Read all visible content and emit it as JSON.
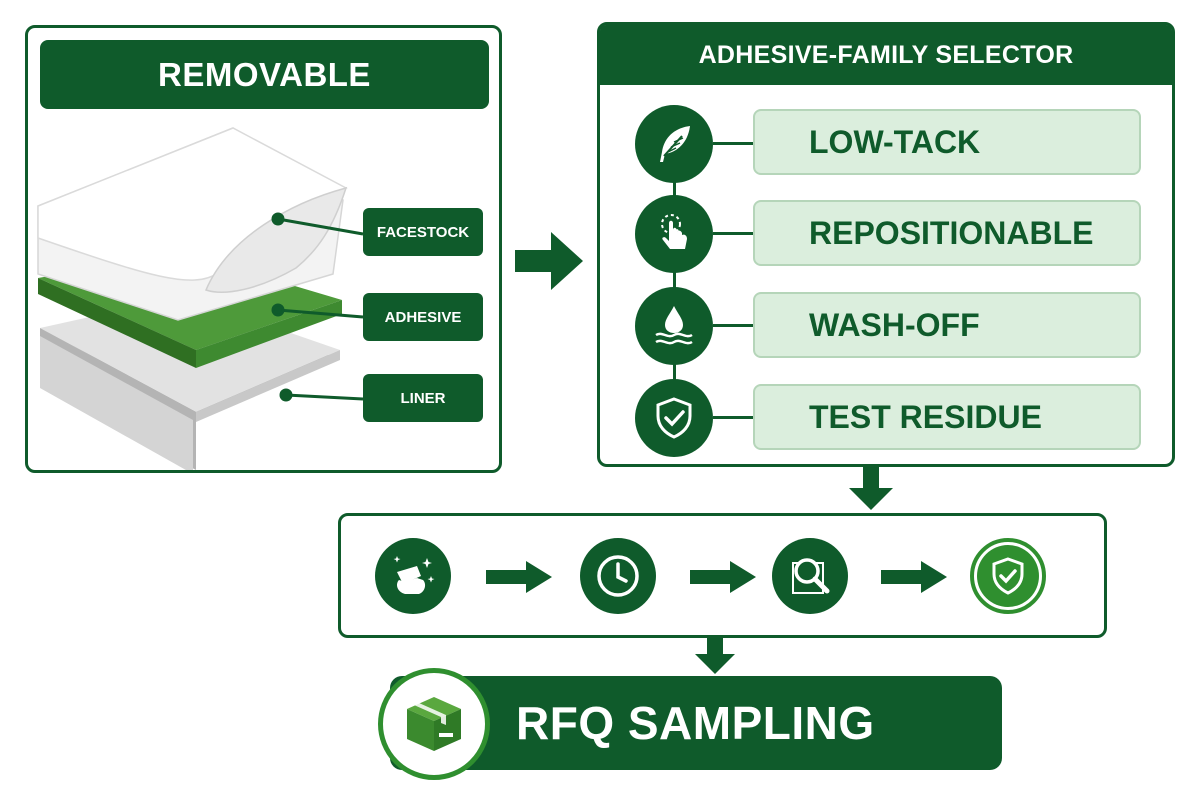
{
  "removable_panel": {
    "title": "REMOVABLE",
    "layers": [
      {
        "label": "FACESTOCK"
      },
      {
        "label": "ADHESIVE"
      },
      {
        "label": "LINER"
      }
    ]
  },
  "selector_panel": {
    "title": "ADHESIVE-FAMILY SELECTOR",
    "options": [
      {
        "label": "LOW-TACK",
        "icon": "feather-icon"
      },
      {
        "label": "REPOSITIONABLE",
        "icon": "touch-hand-icon"
      },
      {
        "label": "WASH-OFF",
        "icon": "water-drop-icon"
      },
      {
        "label": "TEST RESIDUE",
        "icon": "shield-check-icon"
      }
    ]
  },
  "process_steps": [
    {
      "icon": "wipe-clean-icon"
    },
    {
      "icon": "clock-icon"
    },
    {
      "icon": "inspect-magnifier-icon"
    },
    {
      "icon": "verified-shield-icon"
    }
  ],
  "rfq": {
    "label": "RFQ SAMPLING",
    "icon": "package-box-icon"
  },
  "colors": {
    "dark_green": "#0f5b2b",
    "bright_green": "#2f8f2f",
    "adhesive_green": "#4e9a3a",
    "option_fill": "#dbeedd"
  }
}
